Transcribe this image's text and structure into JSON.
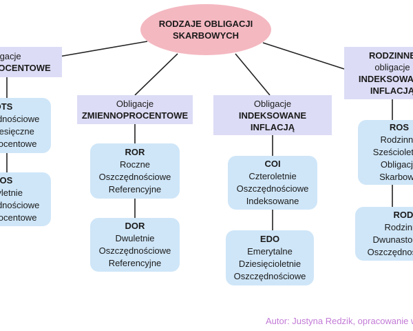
{
  "root": {
    "line1": "RODZAJE OBLIGACJI",
    "line2": "SKARBOWYCH"
  },
  "categories": {
    "stale": {
      "line1": "obligacje",
      "line2": "STAŁOPROCENTOWE"
    },
    "zmienne": {
      "line1": "Obligacje",
      "line2": "ZMIENNOPROCENTOWE"
    },
    "indeksowane": {
      "line1": "Obligacje",
      "line2": "INDEKSOWANE",
      "line3": "INFLACJĄ"
    },
    "rodzinne": {
      "line1": "RODZINNE",
      "line2": "obligacje",
      "line3": "INDEKSOWANE",
      "line4": "INFLACJĄ"
    }
  },
  "leaves": {
    "ots": {
      "code": "OTS",
      "lines": [
        "Oszczędnościowe",
        "Trzymiesięczne",
        "Stałoprocentowe"
      ]
    },
    "tos": {
      "code": "TOS",
      "lines": [
        "Trzyletnie",
        "Oszczędnościowe",
        "Stałoprocentowe"
      ]
    },
    "ror": {
      "code": "ROR",
      "lines": [
        "Roczne",
        "Oszczędnościowe",
        "Referencyjne"
      ]
    },
    "dor": {
      "code": "DOR",
      "lines": [
        "Dwuletnie",
        "Oszczędnościowe",
        "Referencyjne"
      ]
    },
    "coi": {
      "code": "COI",
      "lines": [
        "Czteroletnie",
        "Oszczędnościowe",
        "Indeksowane"
      ]
    },
    "edo": {
      "code": "EDO",
      "lines": [
        "Emerytalne",
        "Dziesięcioletnie",
        "Oszczędnościowe"
      ]
    },
    "ros": {
      "code": "ROS",
      "lines": [
        "Rodzinne",
        "Sześcioletnie",
        "Obligacje",
        "Skarbowe"
      ]
    },
    "rod": {
      "code": "ROD",
      "lines": [
        "Rodzinne",
        "Dwunastoletnie",
        "Oszczędnościowe"
      ]
    }
  },
  "credit": "Autor: Justyna Redzik, opracowanie własne"
}
